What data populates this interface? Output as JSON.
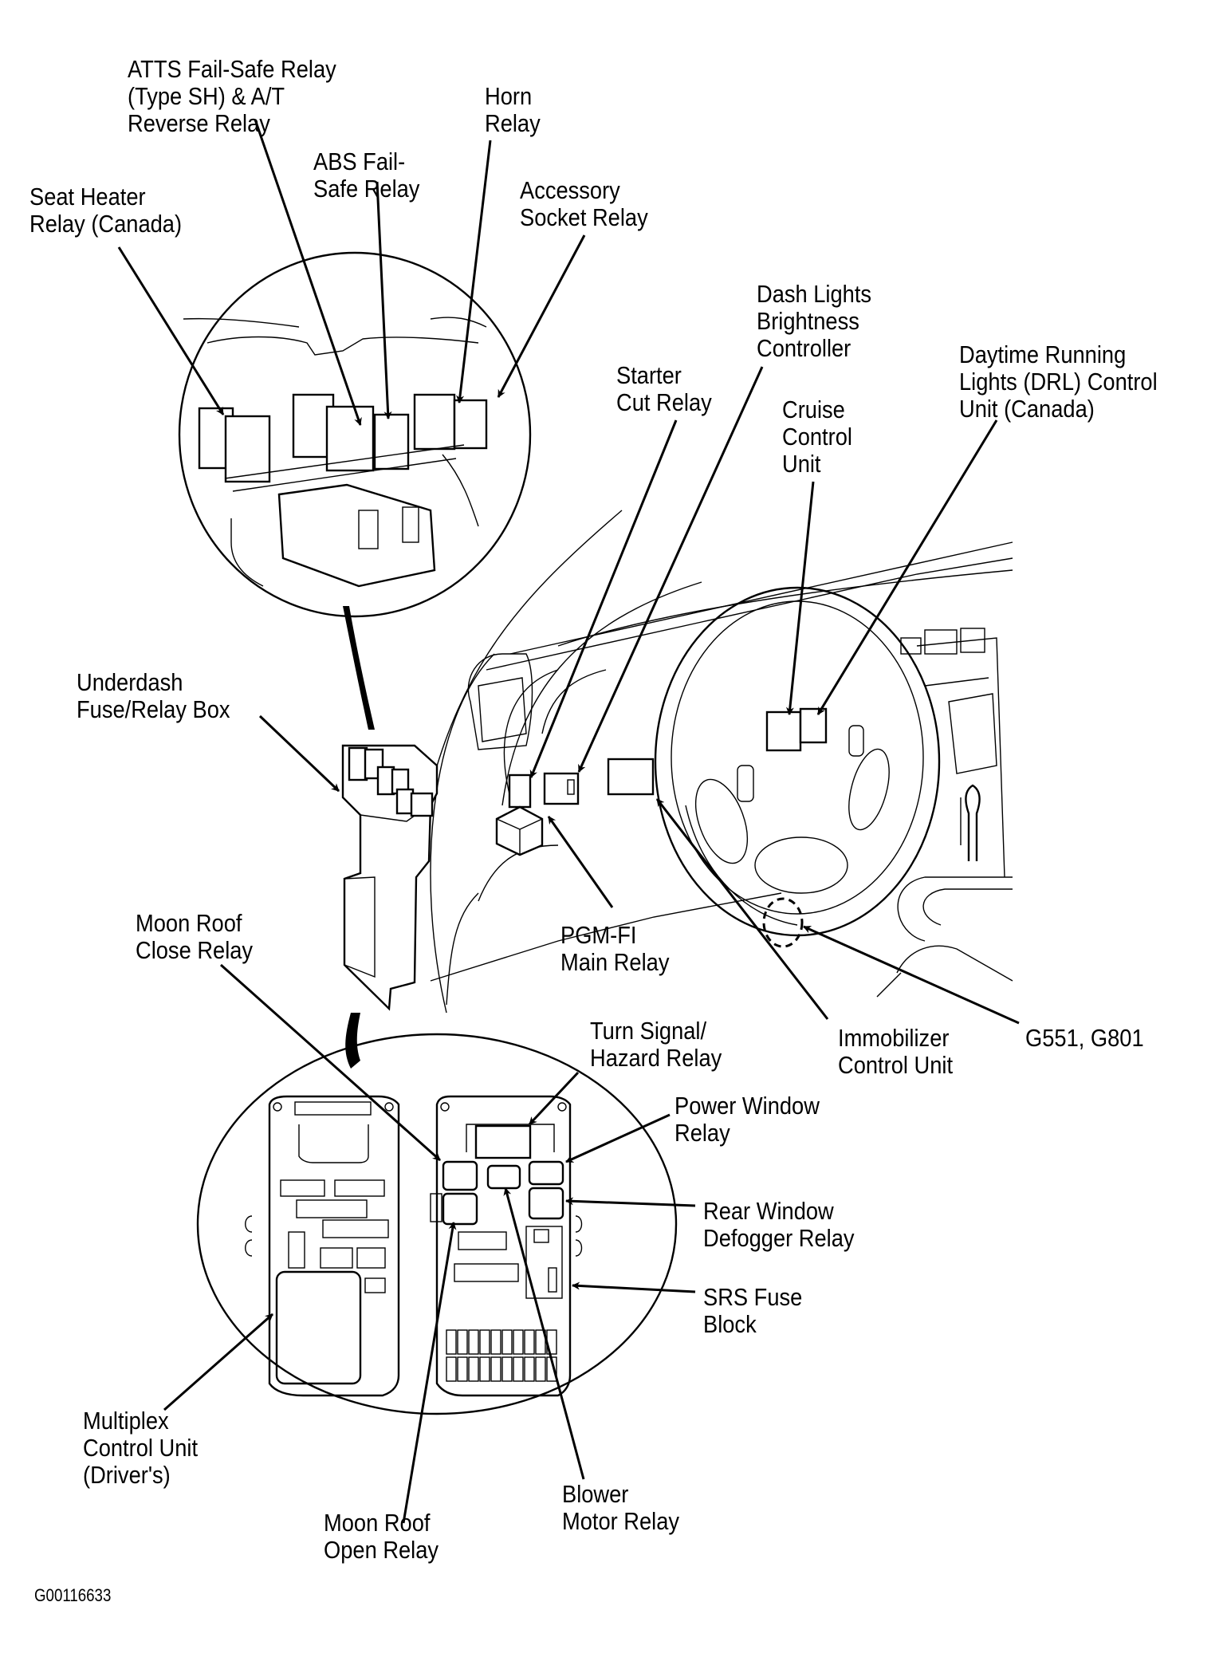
{
  "figure_id": "G00116633",
  "labels": {
    "atts": "ATTS Fail-Safe Relay\n(Type SH) & A/T\nReverse Relay",
    "horn": "Horn\nRelay",
    "abs": "ABS Fail-\nSafe Relay",
    "seat_heater": "Seat Heater\nRelay (Canada)",
    "accessory": "Accessory\nSocket Relay",
    "dash_lights": "Dash Lights\nBrightness\nController",
    "drl": "Daytime Running\nLights (DRL) Control\nUnit (Canada)",
    "starter": "Starter\nCut Relay",
    "cruise": "Cruise\nControl\nUnit",
    "underdash": "Underdash\nFuse/Relay Box",
    "moon_roof_close": "Moon Roof\nClose Relay",
    "pgm_fi": "PGM-FI\nMain Relay",
    "turn_signal": "Turn Signal/\nHazard Relay",
    "immobilizer": "Immobilizer\nControl Unit",
    "ground": "G551, G801",
    "power_window": "Power Window\nRelay",
    "rear_window": "Rear Window\nDefogger Relay",
    "srs": "SRS Fuse\nBlock",
    "multiplex": "Multiplex\nControl Unit\n(Driver's)",
    "blower": "Blower\nMotor Relay",
    "moon_roof_open": "Moon Roof\nOpen Relay"
  },
  "colors": {
    "line": "#000000",
    "background": "#ffffff"
  }
}
